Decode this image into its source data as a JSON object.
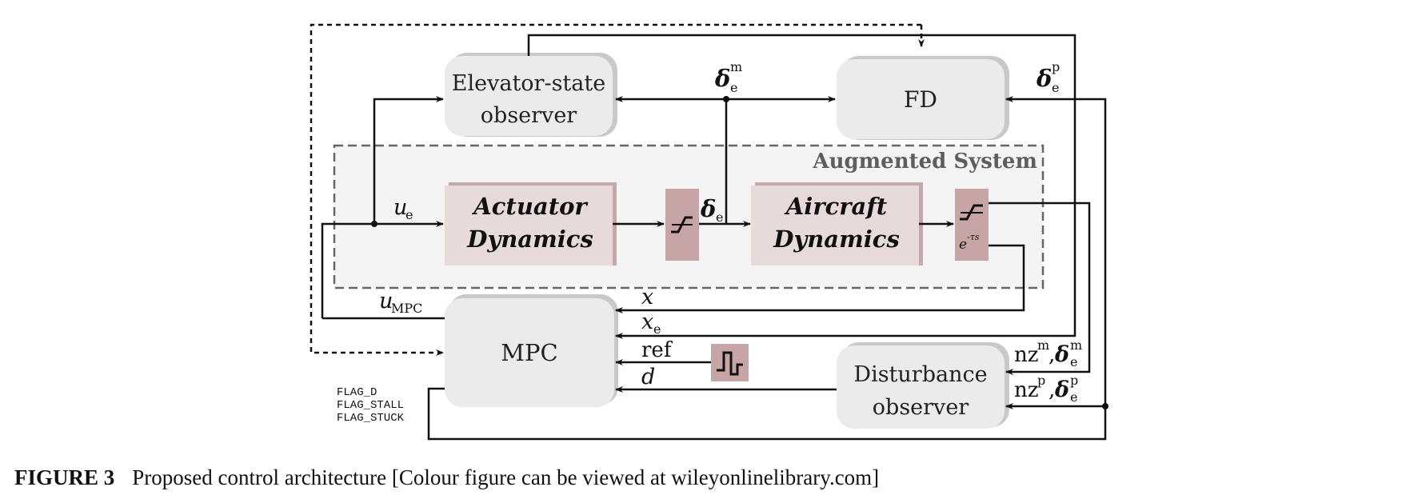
{
  "blocks": {
    "elevator_observer": [
      "Elevator-state",
      "observer"
    ],
    "fd": "FD",
    "augmented_system": "Augmented System",
    "actuator": [
      "Actuator",
      "Dynamics"
    ],
    "aircraft": [
      "Aircraft",
      "Dynamics"
    ],
    "mpc": "MPC",
    "disturbance_observer": [
      "Disturbance",
      "observer"
    ]
  },
  "signals": {
    "delta_sym": "δ",
    "delta_e_sub": "e",
    "sup_m": "m",
    "sup_p": "p",
    "u_e": "u",
    "u_e_sub": "e",
    "u_mpc": "u",
    "u_mpc_sub": "MPC",
    "x": "x",
    "x_e": "x",
    "x_e_sub": "e",
    "ref": "ref",
    "d": "d",
    "nz": "nz",
    "comma": ",",
    "delay_base": "e",
    "delay_exp": "-τs"
  },
  "flags": [
    "FLAG_D",
    "FLAG_STALL",
    "FLAG_STUCK"
  ],
  "caption": {
    "figure": "FIGURE 3",
    "text": "Proposed control architecture [Colour figure can be viewed at wileyonlinelibrary.com]"
  },
  "colors": {
    "block_fill": "#ebebeb",
    "block_shadow": "#c9c9c9",
    "pink_fill": "#e6dadb",
    "pink_shadow": "#c3a9ab",
    "nonlinear_fill": "#c7a4a6",
    "aug_fill": "#f4f4f4",
    "aug_border": "#666666",
    "line": "#111111"
  }
}
